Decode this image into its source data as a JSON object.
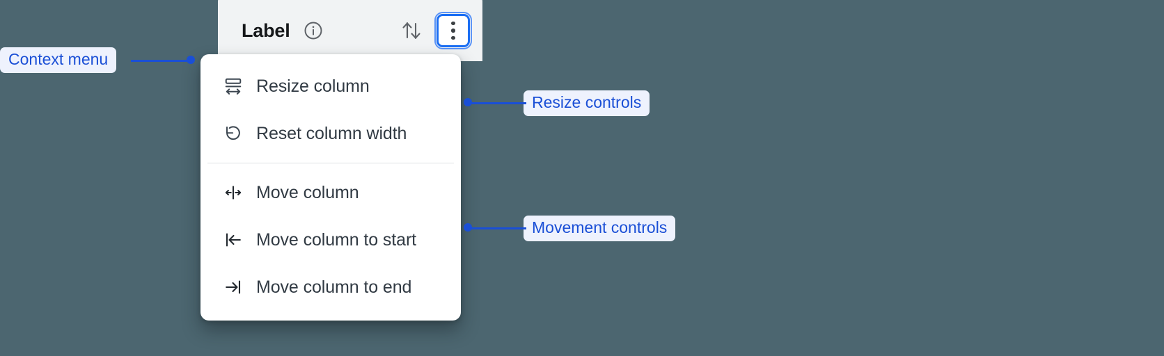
{
  "background_color": "#4c6670",
  "accent_color": "#1a4fd6",
  "focus_ring_color": "#1b6ef3",
  "column_header": {
    "label": "Label",
    "info_icon": "info-circle-icon",
    "sort_icon": "sort-arrows-icon",
    "kebab_icon": "more-vertical-icon"
  },
  "context_menu": {
    "groups": [
      {
        "name": "resize-controls",
        "items": [
          {
            "icon": "resize-column-icon",
            "label": "Resize column"
          },
          {
            "icon": "reset-width-icon",
            "label": "Reset column width"
          }
        ]
      },
      {
        "name": "movement-controls",
        "items": [
          {
            "icon": "move-column-icon",
            "label": "Move column"
          },
          {
            "icon": "move-to-start-icon",
            "label": "Move column to start"
          },
          {
            "icon": "move-to-end-icon",
            "label": "Move column to end"
          }
        ]
      }
    ]
  },
  "annotations": [
    {
      "id": "context",
      "label": "Context menu"
    },
    {
      "id": "resize",
      "label": "Resize controls"
    },
    {
      "id": "movement",
      "label": "Movement controls"
    }
  ]
}
